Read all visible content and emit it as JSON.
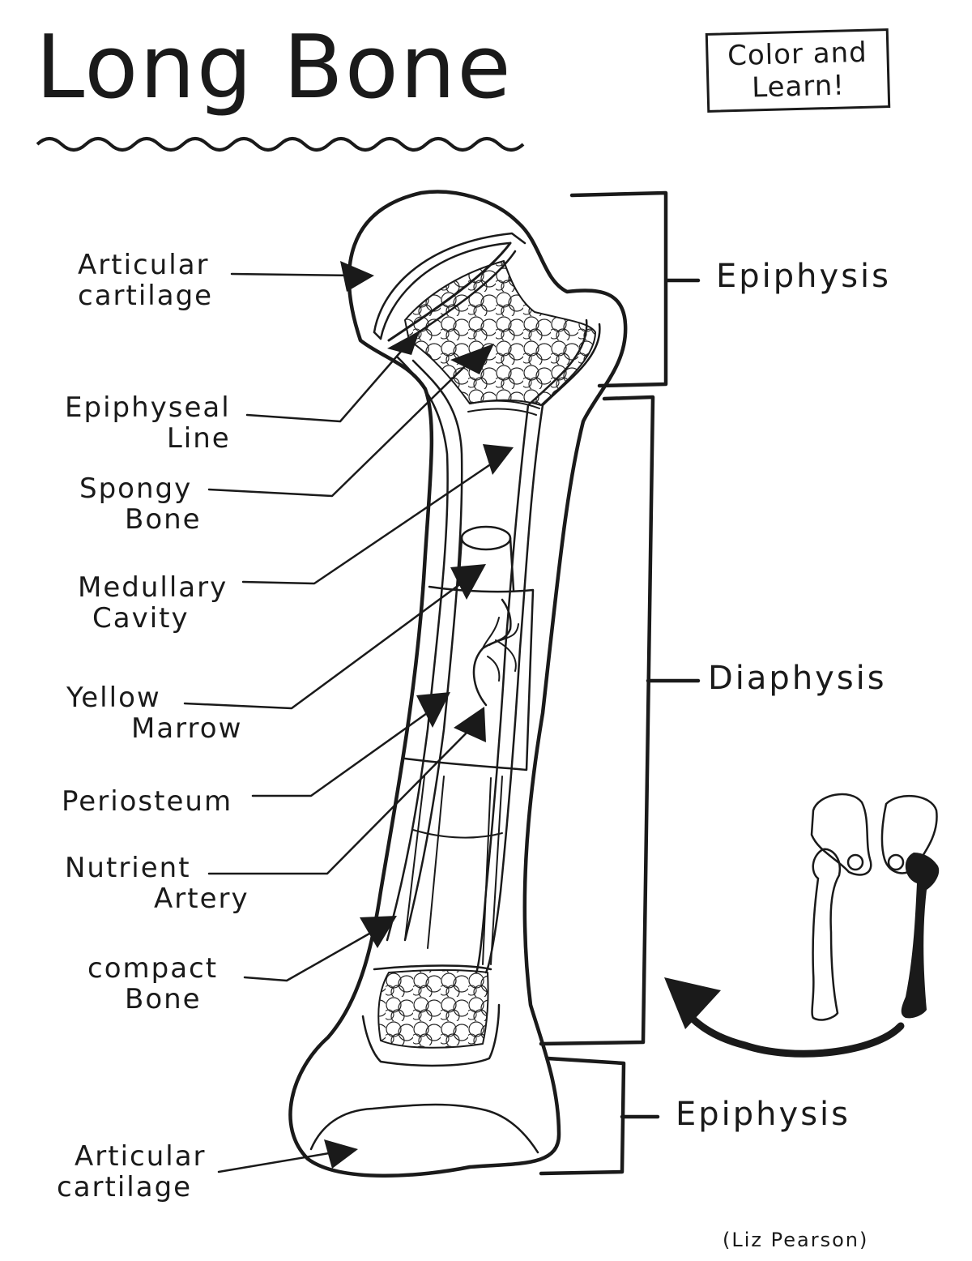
{
  "title": "Long Bone",
  "badge": {
    "line1": "Color and",
    "line2": "Learn!"
  },
  "labels": {
    "articular_cartilage_top": {
      "line1": "Articular",
      "line2": "cartilage"
    },
    "epiphyseal_line": {
      "line1": "Epiphyseal",
      "line2": "Line"
    },
    "spongy_bone": {
      "line1": "Spongy",
      "line2": "Bone"
    },
    "medullary_cavity": {
      "line1": "Medullary",
      "line2": "Cavity"
    },
    "yellow_marrow": {
      "line1": "Yellow",
      "line2": "Marrow"
    },
    "periosteum": "Periosteum",
    "nutrient_artery": {
      "line1": "Nutrient",
      "line2": "Artery"
    },
    "compact_bone": {
      "line1": "compact",
      "line2": "Bone"
    },
    "articular_cartilage_bottom": {
      "line1": "Articular",
      "line2": "cartilage"
    }
  },
  "regions": {
    "epiphysis_top": "Epiphysis",
    "diaphysis": "Diaphysis",
    "epiphysis_bottom": "Epiphysis"
  },
  "credit": "(Liz Pearson)"
}
